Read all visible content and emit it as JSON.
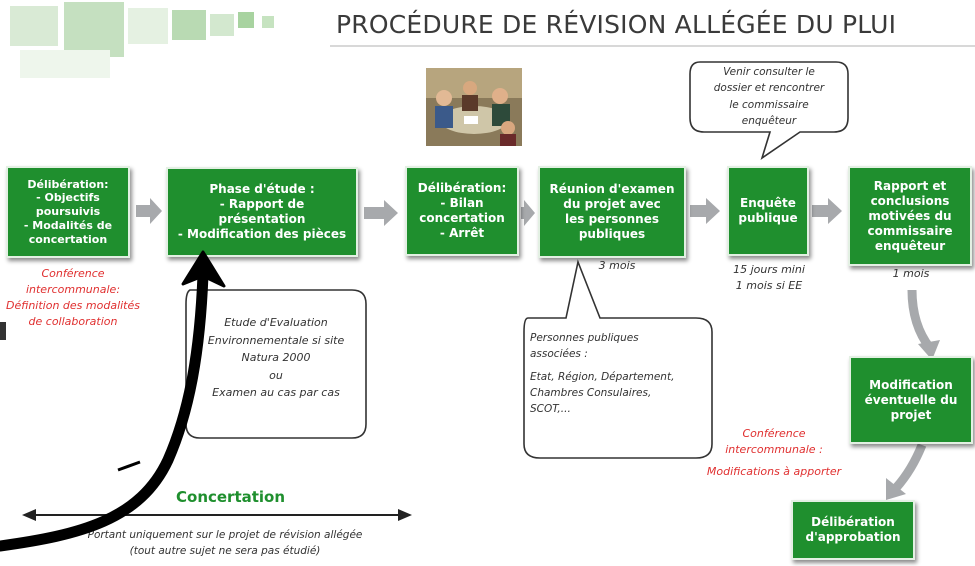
{
  "header": {
    "title": "PROCÉDURE DE RÉVISION ALLÉGÉE DU PLUI"
  },
  "colors": {
    "box_green": "#1f8f2e",
    "note_red": "#e03030",
    "arrow_grey": "#a7a9ac",
    "concertation_green": "#1f8f2e"
  },
  "steps": {
    "deliberation": [
      "Délibération:",
      "- Objectifs",
      "poursuivis",
      "- Modalités de",
      "concertation"
    ],
    "phase_etude": [
      "Phase d'étude :",
      "- Rapport de",
      "présentation",
      "- Modification des pièces"
    ],
    "bilan": [
      "Délibération:",
      "- Bilan",
      "concertation",
      "- Arrêt"
    ],
    "reunion": [
      "Réunion d'examen",
      "du projet avec",
      "les personnes",
      "publiques"
    ],
    "enquete": [
      "Enquête",
      "publique"
    ],
    "rapport": [
      "Rapport et",
      "conclusions",
      "motivées du",
      "commissaire",
      "enquêteur"
    ],
    "modification": [
      "Modification",
      "éventuelle du",
      "projet"
    ],
    "approbation": [
      "Délibération",
      "d'approbation"
    ]
  },
  "notes": {
    "conference_1": [
      "Conférence",
      "intercommunale:",
      "Définition des modalités",
      "de collaboration"
    ],
    "trois_mois": "3 mois",
    "enquete_delai": [
      "15 jours mini",
      "1 mois si EE"
    ],
    "un_mois": "1 mois",
    "conference_2": [
      "Conférence",
      "intercommunale :",
      "Modifications à apporter"
    ]
  },
  "bubbles": {
    "consulter": [
      "Venir consulter le",
      "dossier et rencontrer",
      "le commissaire",
      "enquêteur"
    ],
    "evaluation": [
      "Etude d'Evaluation",
      "Environnementale si site",
      "Natura 2000",
      "ou",
      "Examen au cas par cas"
    ],
    "personnes": [
      "Personnes publiques",
      "associées :",
      "",
      "Etat, Région, Département,",
      "Chambres Consulaires,",
      "SCOT,..."
    ]
  },
  "concertation": {
    "label": "Concertation",
    "note": [
      "Portant uniquement sur le projet de révision allégée",
      "(tout autre sujet ne sera pas étudié)"
    ]
  },
  "icons": {
    "meeting": "meeting-photo-icon",
    "hand_arrow": "curved-black-arrow-icon"
  }
}
